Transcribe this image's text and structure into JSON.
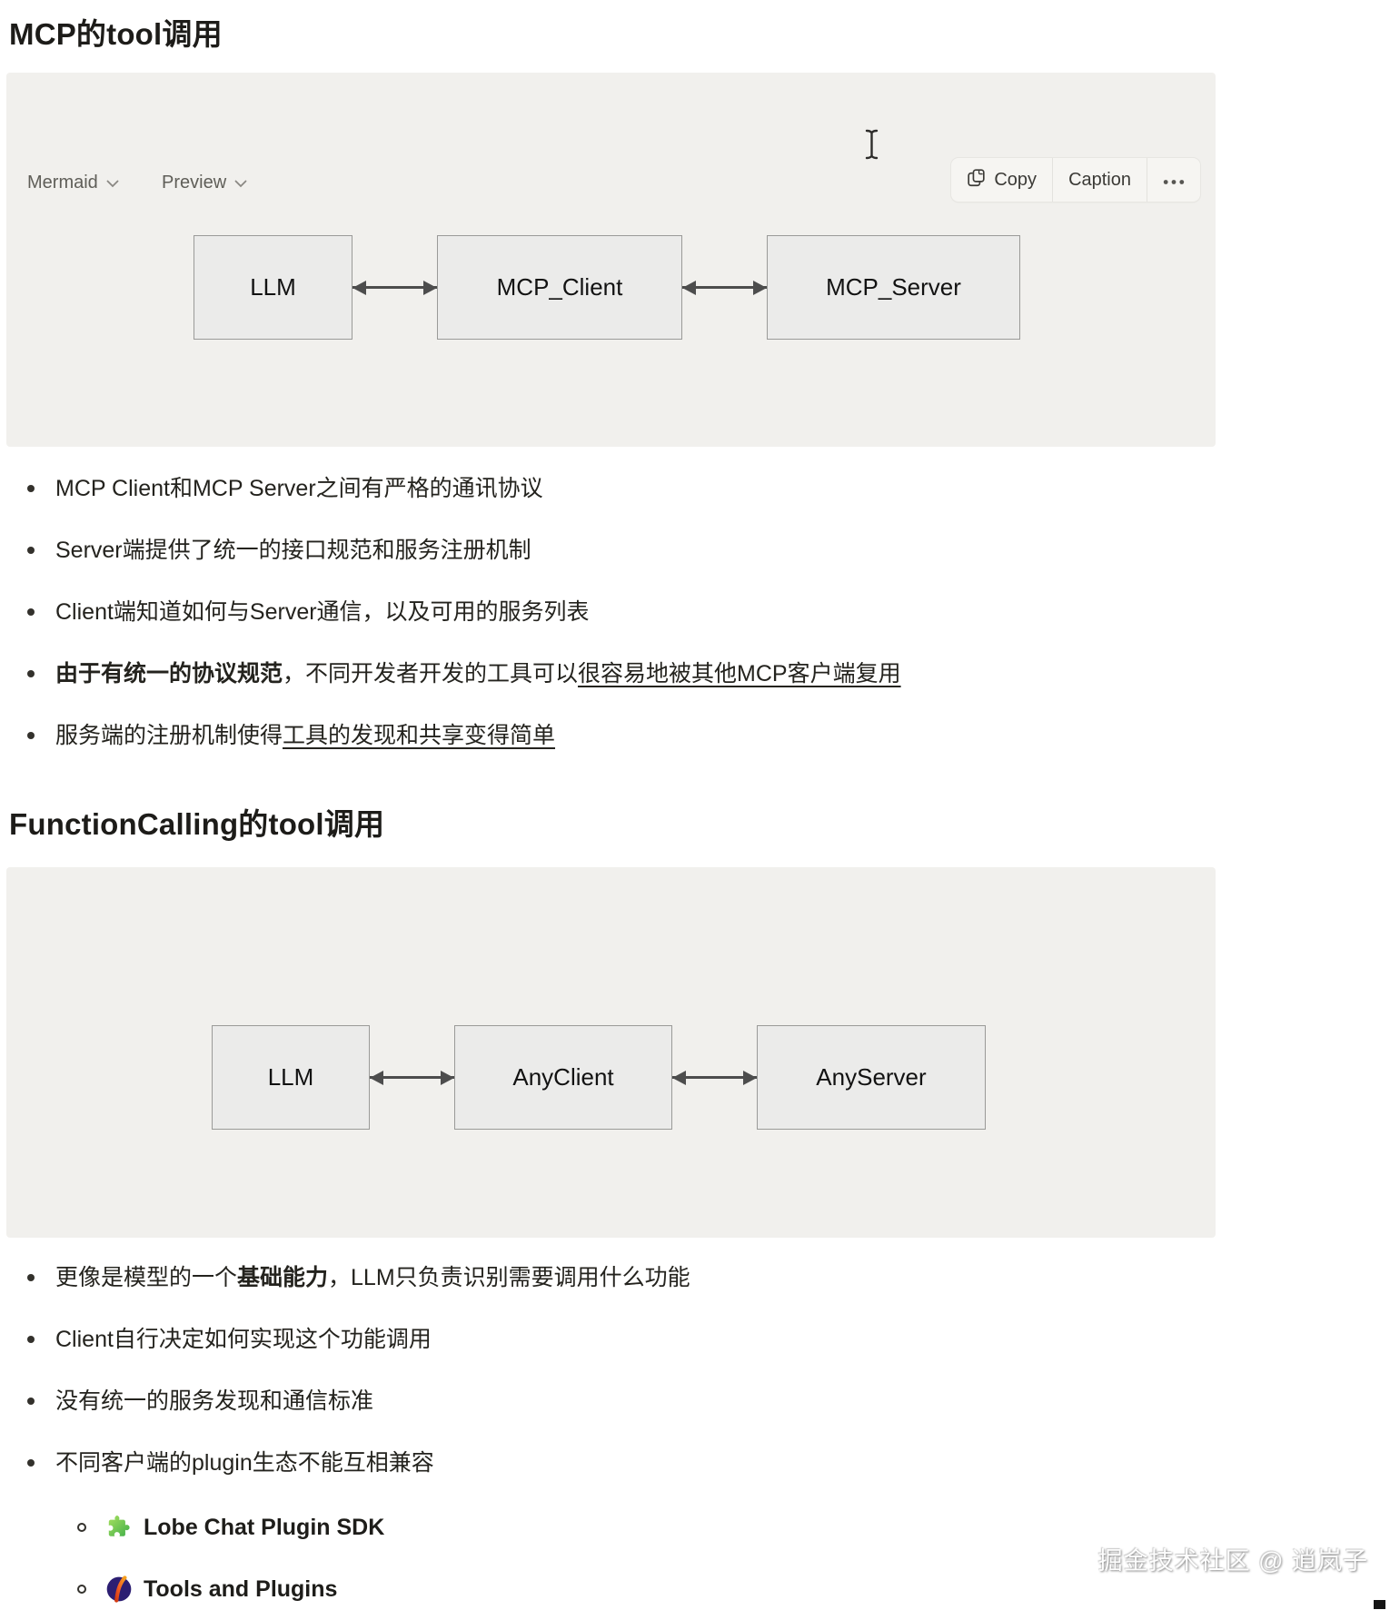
{
  "section1": {
    "heading": "MCP的tool调用",
    "block": {
      "language": "Mermaid",
      "view": "Preview",
      "copy_label": "Copy",
      "caption_label": "Caption",
      "diagram": {
        "nodes": [
          "LLM",
          "MCP_Client",
          "MCP_Server"
        ]
      }
    },
    "bullets": [
      {
        "runs": [
          {
            "text": "MCP Client和MCP Server之间有严格的通讯协议"
          }
        ]
      },
      {
        "runs": [
          {
            "text": "Server端提供了统一的接口规范和服务注册机制"
          }
        ]
      },
      {
        "runs": [
          {
            "text": "Client端知道如何与Server通信，以及可用的服务列表"
          }
        ]
      },
      {
        "runs": [
          {
            "text": "由于有统一的协议规范",
            "bold": true
          },
          {
            "text": "，不同开发者开发的工具可以"
          },
          {
            "text": "很容易地被其他MCP客户端复用",
            "underline": true
          }
        ]
      },
      {
        "runs": [
          {
            "text": "服务端的注册机制使得"
          },
          {
            "text": "工具的发现和共享变得简单",
            "underline": true
          }
        ]
      }
    ]
  },
  "section2": {
    "heading": "FunctionCalling的tool调用",
    "block": {
      "diagram": {
        "nodes": [
          "LLM",
          "AnyClient",
          "AnyServer"
        ]
      }
    },
    "bullets": [
      {
        "runs": [
          {
            "text": "更像是模型的一个"
          },
          {
            "text": "基础能力",
            "bold": true
          },
          {
            "text": "，LLM只负责识别需要调用什么功能"
          }
        ]
      },
      {
        "runs": [
          {
            "text": "Client自行决定如何实现这个功能调用"
          }
        ]
      },
      {
        "runs": [
          {
            "text": "没有统一的服务发现和通信标准"
          }
        ]
      },
      {
        "runs": [
          {
            "text": "不同客户端的plugin生态不能互相兼容"
          }
        ],
        "children": [
          {
            "icon": "puzzle-icon",
            "label": "Lobe Chat Plugin SDK"
          },
          {
            "icon": "comet-icon",
            "label": "Tools and Plugins"
          }
        ]
      }
    ]
  },
  "watermark": "掘金技术社区 @ 逍岚子",
  "colors": {
    "block_bg": "#f1f0ed",
    "node_fill": "#ebebea",
    "node_border": "#9a9a98",
    "arrow": "#4d4d4d"
  }
}
